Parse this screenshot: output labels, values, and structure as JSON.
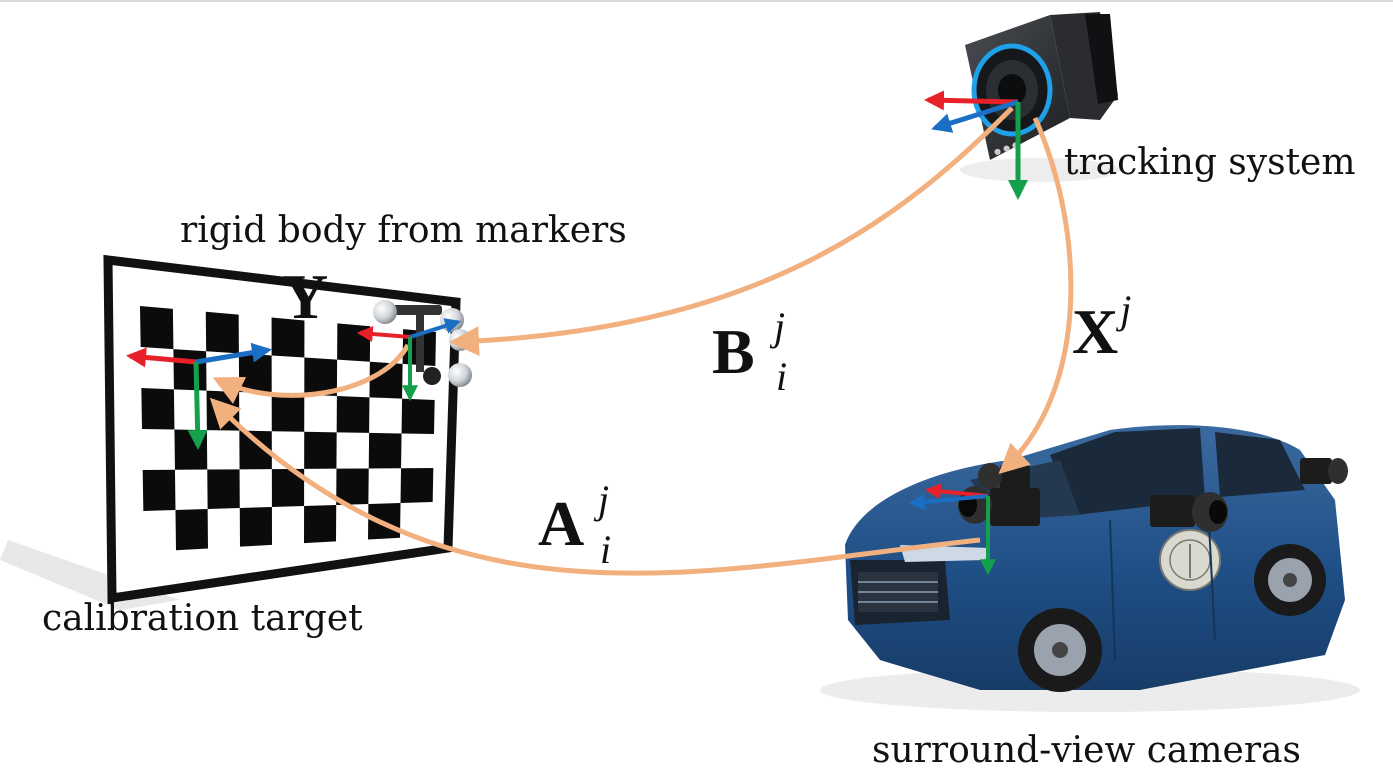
{
  "labels": {
    "tracking_system": "tracking system",
    "rigid_body": "rigid body from markers",
    "calibration_target": "calibration target",
    "surround_view": "surround-view cameras"
  },
  "math": {
    "Y": {
      "base": "Y"
    },
    "X": {
      "base": "X",
      "sup": "j"
    },
    "B": {
      "base": "B",
      "sup": "j",
      "sub": "i"
    },
    "A": {
      "base": "A",
      "sup": "j",
      "sub": "i"
    }
  },
  "colors": {
    "arc": "#f2b07f",
    "axis_x": "#e8202a",
    "axis_y": "#1a6fc4",
    "axis_z": "#14a04a",
    "car_body": "#1f4f86",
    "tracker_ring": "#1ea1e8"
  },
  "checkerboard": {
    "rows": 6,
    "cols": 9
  },
  "icons": [
    "tracking-camera-icon",
    "car-icon",
    "camera-lens-icon",
    "marker-sphere-icon"
  ]
}
